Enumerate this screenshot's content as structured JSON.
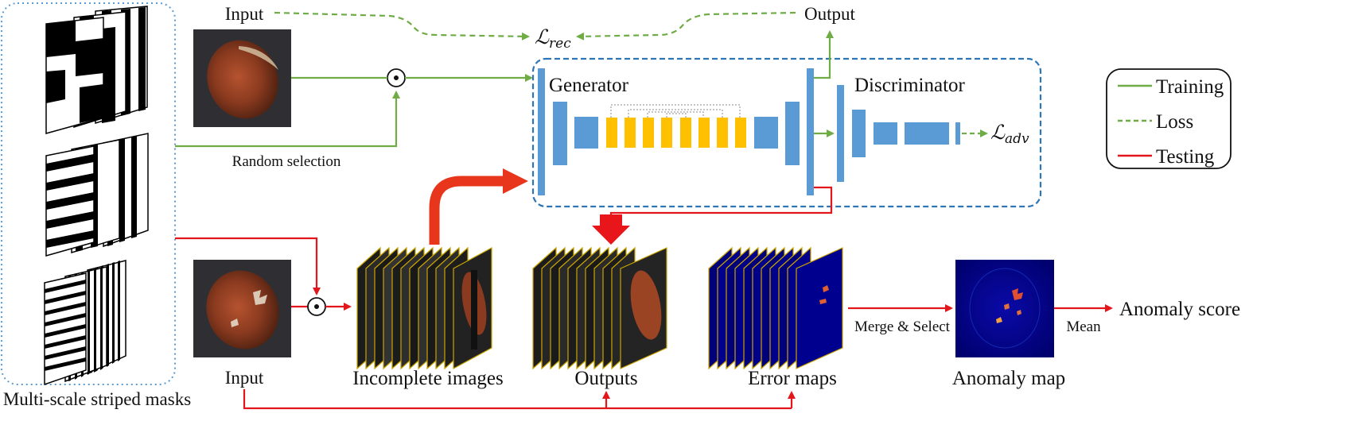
{
  "labels": {
    "top_input": "Input",
    "top_output": "Output",
    "random_selection": "Random selection",
    "generator": "Generator",
    "discriminator": "Discriminator",
    "bottom_input": "Input",
    "incomplete_images": "Incomplete images",
    "outputs": "Outputs",
    "error_maps": "Error maps",
    "merge_select": "Merge & Select",
    "mean": "Mean",
    "anomaly_map": "Anomaly map",
    "anomaly_score": "Anomaly score",
    "masks_caption": "Multi-scale striped masks"
  },
  "loss_labels": {
    "rec_script": "ℒ",
    "rec_sub": "rec",
    "adv_script": "ℒ",
    "adv_sub": "adv"
  },
  "operators": {
    "elementwise_product": "⊙"
  },
  "legend": {
    "items": [
      {
        "label": "Training",
        "style": "solid",
        "color": "#6fac46"
      },
      {
        "label": "Loss",
        "style": "dashed",
        "color": "#6fac46"
      },
      {
        "label": "Testing",
        "style": "solid",
        "color": "#e3161b"
      }
    ]
  },
  "colors": {
    "training": "#6fac46",
    "testing": "#e3161b",
    "network_blue": "#5b9bd5",
    "skip_yellow": "#ffc000",
    "dashed_box": "#2e75b6",
    "mask_box": "#5b9bd5",
    "error_map_blue": "#00008b",
    "image_frame": "#c9a400"
  }
}
